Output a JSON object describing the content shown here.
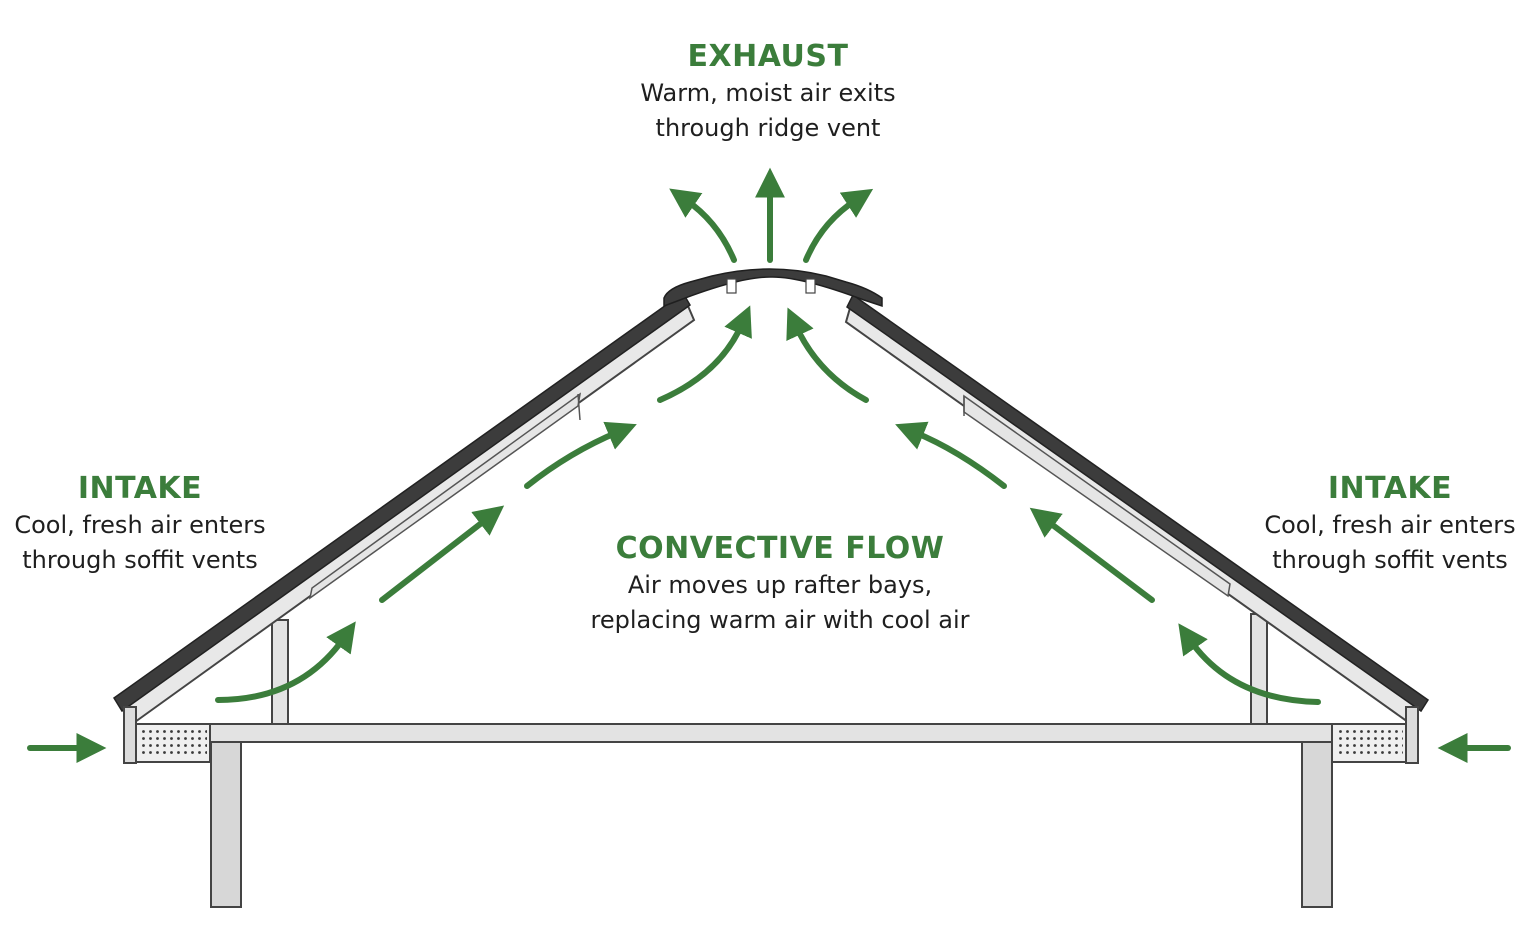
{
  "colors": {
    "accent_green": "#3b7d3b",
    "text": "#1f1f1f",
    "roof_dark": "#3c3c3c",
    "framing_light": "#e3e3e3",
    "outline": "#444444"
  },
  "labels": {
    "exhaust": {
      "heading": "EXHAUST",
      "line1": "Warm, moist air exits",
      "line2": "through ridge vent"
    },
    "intake_left": {
      "heading": "INTAKE",
      "line1": "Cool, fresh air enters",
      "line2": "through soffit vents"
    },
    "intake_right": {
      "heading": "INTAKE",
      "line1": "Cool, fresh air enters",
      "line2": "through soffit vents"
    },
    "convective": {
      "heading": "CONVECTIVE FLOW",
      "line1": "Air moves up rafter bays,",
      "line2": "replacing warm air with cool air"
    }
  },
  "icons": {
    "airflow_arrow": "curved-arrow-icon",
    "soffit_vent": "vent-perforation-icon"
  }
}
